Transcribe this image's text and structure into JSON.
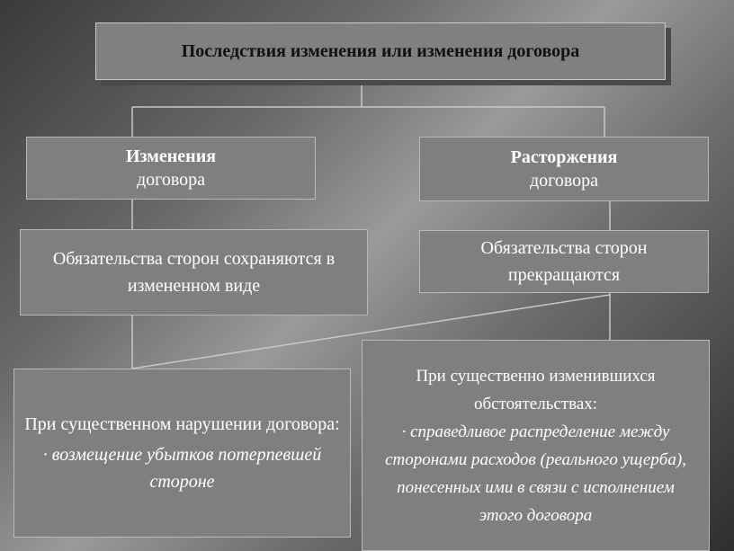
{
  "title": "Последствия изменения или изменения договора",
  "change": {
    "heading_bold": "Изменения",
    "heading_rest": "договора",
    "result": "Обязательства сторон сохраняются в измененном виде"
  },
  "termination": {
    "heading_bold": "Расторжения",
    "heading_rest": "договора",
    "result": "Обязательства сторон прекращаются"
  },
  "breach": {
    "line1": "При существенном нарушении договора:",
    "line2": "· возмещение убытков потерпевшей стороне"
  },
  "circumstances": {
    "line1": "При существенно изменившихся обстоятельствах:",
    "line2": "· справедливое распределение между сторонами расходов (реального ущерба), понесенных ими в связи с исполнением этого договора"
  },
  "colors": {
    "box_fill": "#7f7f7f",
    "connector": "#c8c8c8",
    "text": "#ffffff",
    "title_text": "#111111"
  }
}
